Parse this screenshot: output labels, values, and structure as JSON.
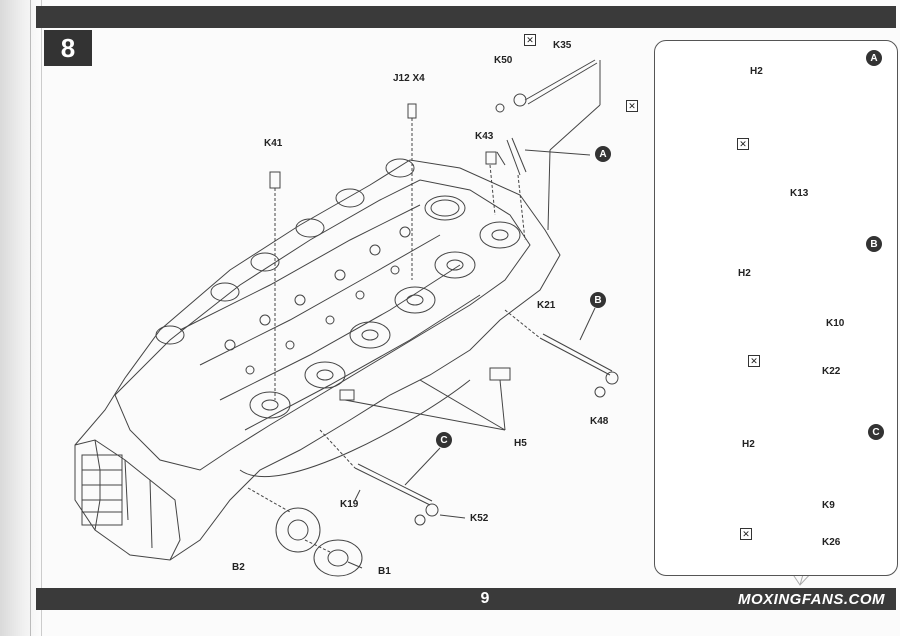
{
  "header": {
    "step_number": "8"
  },
  "footer": {
    "page_number": "9",
    "watermark": "MOXINGFANS.COM"
  },
  "main_labels": {
    "j12_x4": "J12 X4",
    "k50": "K50",
    "k35": "K35",
    "k43": "K43",
    "k41": "K41",
    "k21": "K21",
    "k48": "K48",
    "h5": "H5",
    "k19": "K19",
    "k52": "K52",
    "b2": "B2",
    "b1": "B1"
  },
  "callouts": {
    "a": "A",
    "b": "B",
    "c": "C"
  },
  "detail_a": {
    "badge": "A",
    "h2": "H2",
    "k13": "K13"
  },
  "detail_b": {
    "badge": "B",
    "h2": "H2",
    "k10": "K10",
    "k22": "K22"
  },
  "detail_c": {
    "badge": "C",
    "h2": "H2",
    "k9": "K9",
    "k26": "K26"
  },
  "icons": {
    "glue_mark": "cement-mark-icon"
  }
}
